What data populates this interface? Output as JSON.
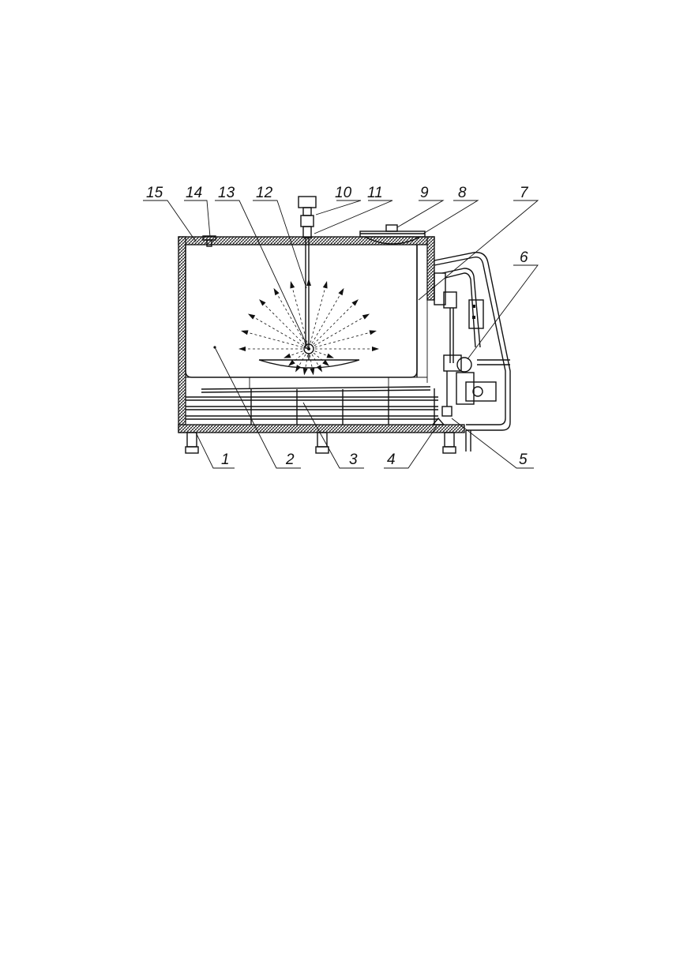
{
  "diagram": {
    "callouts": [
      {
        "id": "c15",
        "text": "15"
      },
      {
        "id": "c14",
        "text": "14"
      },
      {
        "id": "c13",
        "text": "13"
      },
      {
        "id": "c12",
        "text": "12"
      },
      {
        "id": "c10",
        "text": "10"
      },
      {
        "id": "c11",
        "text": "11"
      },
      {
        "id": "c9",
        "text": "9"
      },
      {
        "id": "c8",
        "text": "8"
      },
      {
        "id": "c7",
        "text": "7"
      },
      {
        "id": "c6",
        "text": "6"
      },
      {
        "id": "c1",
        "text": "1"
      },
      {
        "id": "c2",
        "text": "2"
      },
      {
        "id": "c3",
        "text": "3"
      },
      {
        "id": "c4",
        "text": "4"
      },
      {
        "id": "c5",
        "text": "5"
      }
    ]
  }
}
